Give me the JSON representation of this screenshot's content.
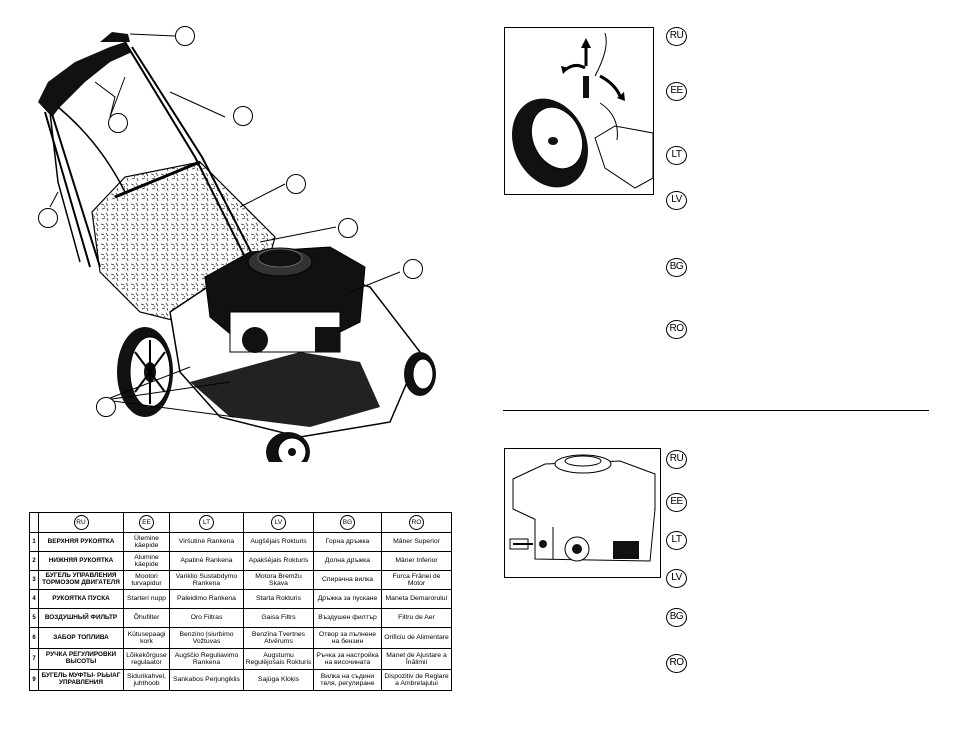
{
  "callouts": [
    "",
    "",
    "",
    "",
    "",
    "",
    "",
    "",
    ""
  ],
  "table": {
    "header": [
      "",
      "RU",
      "EE",
      "LT",
      "LV",
      "BG",
      "RO"
    ],
    "rows": [
      {
        "num": "1",
        "ru": "ВЕРХНЯЯ РУКОЯТКА",
        "ee": "Ülemine käepide",
        "lt": "Viršutinė Rankena",
        "lv": "Augšējais Rokturis",
        "bg": "Горна дръжка",
        "ro": "Mâner Superior"
      },
      {
        "num": "2",
        "ru": "НИЖНЯЯ РУКОЯТКА",
        "ee": "Alumine käepide",
        "lt": "Apatinė Rankena",
        "lv": "Apakšējais Rokturis",
        "bg": "Долна дръжка",
        "ro": "Mâner Inferior"
      },
      {
        "num": "3",
        "ru": "БУГЕЛЬ УПРАВЛЕНИЯ ТОРМОЗОМ ДВИГАТЕЛЯ",
        "ee": "Mootori turvapidur",
        "lt": "Variklio Sustabdymo Rankena",
        "lv": "Motora Bremžu Skava",
        "bg": "Спирачна вилка",
        "ro": "Furca Frânei de Motor"
      },
      {
        "num": "4",
        "ru": "РУКОЯТКА ПУСКА",
        "ee": "Starteri nupp",
        "lt": "Paleidimo Rankena",
        "lv": "Starta Rokturis",
        "bg": "Дръжка за пускане",
        "ro": "Maneta Demaroruluí"
      },
      {
        "num": "5",
        "ru": "ВОЗДУШНЫЙ ФИЛЬТР",
        "ee": "Õhufilter",
        "lt": "Oro Filtras",
        "lv": "Gaisa Filtrs",
        "bg": "Въздушен филтър",
        "ro": "Filtru de Aer"
      },
      {
        "num": "6",
        "ru": "ЗАБОР ТОПЛИВА",
        "ee": "Kütusepaagi kork",
        "lt": "Benzino Įsiurbimo Vožtuvas",
        "lv": "Benzīna Tvertnes Atvērums",
        "bg": "Отвор за пълнене на бензин",
        "ro": "Orificiu de Alimentare"
      },
      {
        "num": "7",
        "ru": "РУЧКА РЕГУЛИРОВКИ ВЫСОТЫ",
        "ee": "Lõikekõrguse regulaator",
        "lt": "Augščio Reguliavimo Rankena",
        "lv": "Augstumu Regulējošais Rokturis",
        "bg": "Ръчка за настройка на височината",
        "ro": "Manet de Ajustare a Înălimii"
      },
      {
        "num": "9",
        "ru": "БУГЕЛЬ МУФТЫ- РЬЫАГ УПРАВЛЕНИЯ",
        "ee": "Sidurikahvel, juhthoob",
        "lt": "Sankabos Perjungiklis",
        "lv": "Sajūga Kloķis",
        "bg": "Вилка на съдини теля, регулиране",
        "ro": "Dispozitiv de Reglare a Ambrelajului"
      }
    ]
  },
  "badges_top": [
    "RU",
    "EE",
    "LT",
    "LV",
    "BG",
    "RO"
  ],
  "badges_bottom": [
    "RU",
    "EE",
    "LT",
    "LV",
    "BG",
    "RO"
  ]
}
